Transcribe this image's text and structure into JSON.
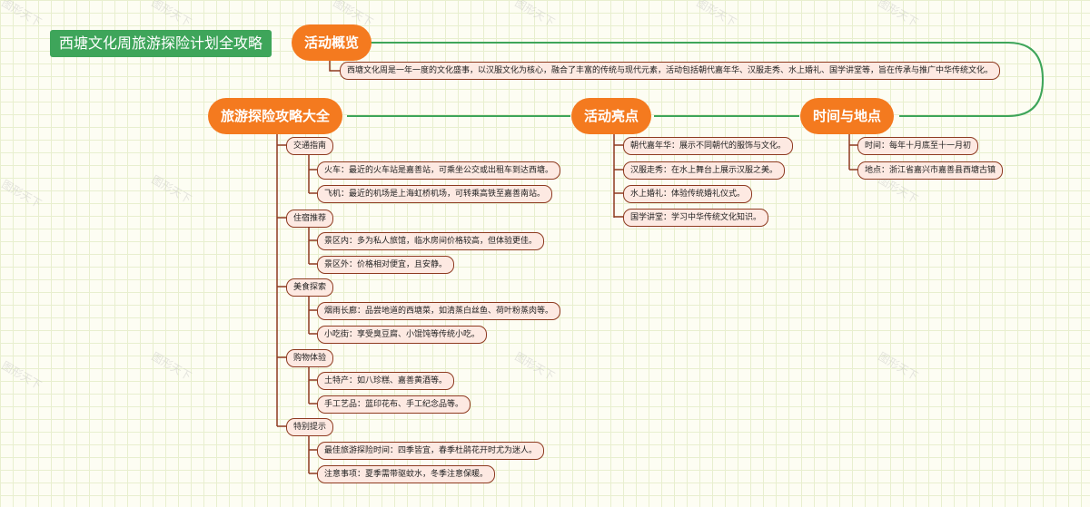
{
  "root": {
    "title": "西塘文化周旅游探险计划全攻略"
  },
  "overview": {
    "label": "活动概览",
    "text": "西塘文化周是一年一度的文化盛事，以汉服文化为核心，融合了丰富的传统与现代元素，活动包括朝代嘉年华、汉服走秀、水上婚礼、国学讲堂等，旨在传承与推广中华传统文化。"
  },
  "highlights": {
    "label": "活动亮点",
    "items": [
      "朝代嘉年华：展示不同朝代的服饰与文化。",
      "汉服走秀：在水上舞台上展示汉服之美。",
      "水上婚礼：体验传统婚礼仪式。",
      "国学讲堂：学习中华传统文化知识。"
    ]
  },
  "time_place": {
    "label": "时间与地点",
    "items": [
      "时间：每年十月底至十一月初",
      "地点：浙江省嘉兴市嘉善县西塘古镇"
    ]
  },
  "guide": {
    "label": "旅游探险攻略大全",
    "categories": [
      {
        "label": "交通指南",
        "items": [
          "火车：最近的火车站是嘉善站，可乘坐公交或出租车到达西塘。",
          "飞机：最近的机场是上海虹桥机场，可转乘高铁至嘉善南站。"
        ]
      },
      {
        "label": "住宿推荐",
        "items": [
          "景区内：多为私人旅馆，临水房间价格较高，但体验更佳。",
          "景区外：价格相对便宜，且安静。"
        ]
      },
      {
        "label": "美食探索",
        "items": [
          "烟雨长廊：品尝地道的西塘菜，如清蒸白丝鱼、荷叶粉蒸肉等。",
          "小吃街：享受臭豆腐、小馄饨等传统小吃。"
        ]
      },
      {
        "label": "购物体验",
        "items": [
          "土特产：如八珍糕、嘉善黄酒等。",
          "手工艺品：蓝印花布、手工纪念品等。"
        ]
      },
      {
        "label": "特别提示",
        "items": [
          "最佳旅游探险时间：四季皆宜，春季杜鹃花开时尤为迷人。",
          "注意事项：夏季需带驱蚊水，冬季注意保暖。"
        ]
      }
    ]
  },
  "watermark": "图形天下",
  "colors": {
    "root": "#3ea55a",
    "main": "#f47a1f",
    "line_green": "#3ea55a",
    "line_brown": "#8e3a20",
    "leaf_fill": "#fde9e2"
  }
}
